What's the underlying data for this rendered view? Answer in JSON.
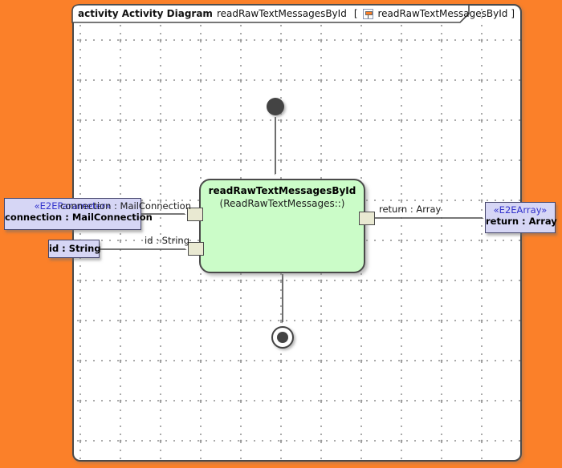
{
  "colors": {
    "page-orange": "#FB8029",
    "canvas-white": "#FFFFFF",
    "frame-border": "#4A4A4A",
    "grid-dot": "#9A9A9A",
    "action-green": "#CBFCC8",
    "pin-beige": "#E9E9D2",
    "object-lavender": "#D6D6F5",
    "object-border": "#45456B",
    "stereotype-blue": "#3333CC",
    "node-dark": "#434343",
    "edge-gray": "#4A4A4A"
  },
  "frame_header": {
    "keyword": "activity Activity Diagram",
    "diagram_name": "readRawTextMessagesById",
    "bracket_open": "[",
    "context_name": "readRawTextMessagesById",
    "bracket_close": "]",
    "icon": "activity-diagram-icon"
  },
  "action_node": {
    "title": "readRawTextMessagesById",
    "subtitle": "(ReadRawTextMessages::)"
  },
  "objects": {
    "connection": {
      "stereotype": "«E2EParameter»",
      "name": "connection : MailConnection"
    },
    "id": {
      "name": "id : String"
    },
    "return": {
      "stereotype": "«E2EArray»",
      "name": "return : Array"
    }
  },
  "edge_labels": {
    "connection": "connection : MailConnection",
    "id": "id : String",
    "return": "return : Array"
  }
}
